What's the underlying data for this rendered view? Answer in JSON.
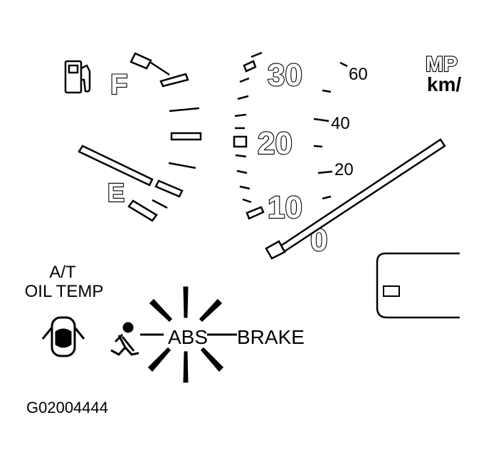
{
  "fuel_gauge": {
    "full_label": "F",
    "empty_label": "E"
  },
  "speedometer": {
    "mph_major": [
      "30",
      "20",
      "10",
      "0"
    ],
    "kmh_minor": [
      "60",
      "40",
      "20"
    ],
    "units": [
      "MP",
      "km/"
    ]
  },
  "warnings": {
    "oil_temp_line1": "A/T",
    "oil_temp_line2": "OIL TEMP",
    "abs": "ABS",
    "brake": "BRAKE"
  },
  "figure_id": "G02004444",
  "colors": {
    "ink": "#000000",
    "background": "#ffffff"
  }
}
